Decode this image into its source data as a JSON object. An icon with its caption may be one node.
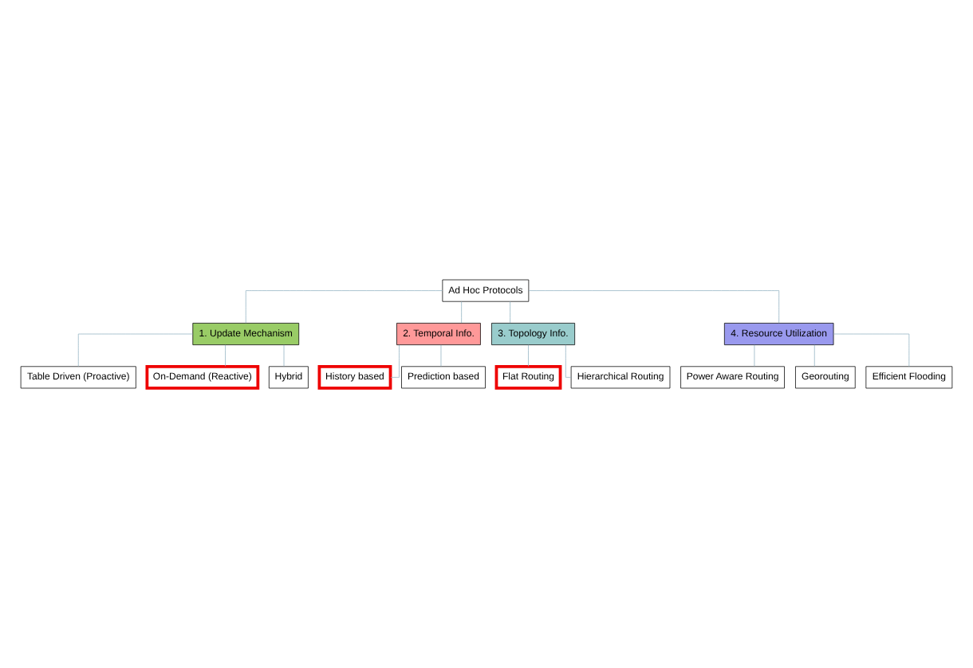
{
  "diagram": {
    "nodes": [
      {
        "text": [
          "Ad Hoc Protocols"
        ]
      },
      {
        "text": [
          "1. Update Mechanism"
        ]
      },
      {
        "text": [
          "2. Temporal Info."
        ]
      },
      {
        "text": [
          "3. Topology Info."
        ]
      },
      {
        "text": [
          "4. Resource Utilization"
        ]
      },
      {
        "text": [
          "Table Driven (Proactive)"
        ]
      },
      {
        "text": [
          "On-Demand (Reactive)"
        ]
      },
      {
        "text": [
          "Hybrid"
        ]
      },
      {
        "text": [
          "History based"
        ]
      },
      {
        "text": [
          "Prediction based"
        ]
      },
      {
        "text": [
          "Flat Routing"
        ]
      },
      {
        "text": [
          "Hierarchical Routing"
        ]
      },
      {
        "text": [
          "Power Aware Routing"
        ]
      },
      {
        "text": [
          "Georouting"
        ]
      },
      {
        "text": [
          "Efficient Flooding"
        ]
      }
    ],
    "edges": [
      {
        "from": 0,
        "to": 1,
        "arrow": "none"
      },
      {
        "from": 0,
        "to": 2,
        "arrow": "none"
      },
      {
        "from": 0,
        "to": 3,
        "arrow": "none"
      },
      {
        "from": 0,
        "to": 4,
        "arrow": "none"
      },
      {
        "from": 1,
        "to": 5,
        "arrow": "none"
      },
      {
        "from": 1,
        "to": 6,
        "arrow": "none"
      },
      {
        "from": 1,
        "to": 7,
        "arrow": "none"
      },
      {
        "from": 2,
        "to": 8,
        "arrow": "none"
      },
      {
        "from": 2,
        "to": 9,
        "arrow": "none"
      },
      {
        "from": 3,
        "to": 10,
        "arrow": "none"
      },
      {
        "from": 3,
        "to": 11,
        "arrow": "none"
      },
      {
        "from": 4,
        "to": 12,
        "arrow": "none"
      },
      {
        "from": 4,
        "to": 13,
        "arrow": "none"
      },
      {
        "from": 4,
        "to": 14,
        "arrow": "none"
      }
    ]
  }
}
